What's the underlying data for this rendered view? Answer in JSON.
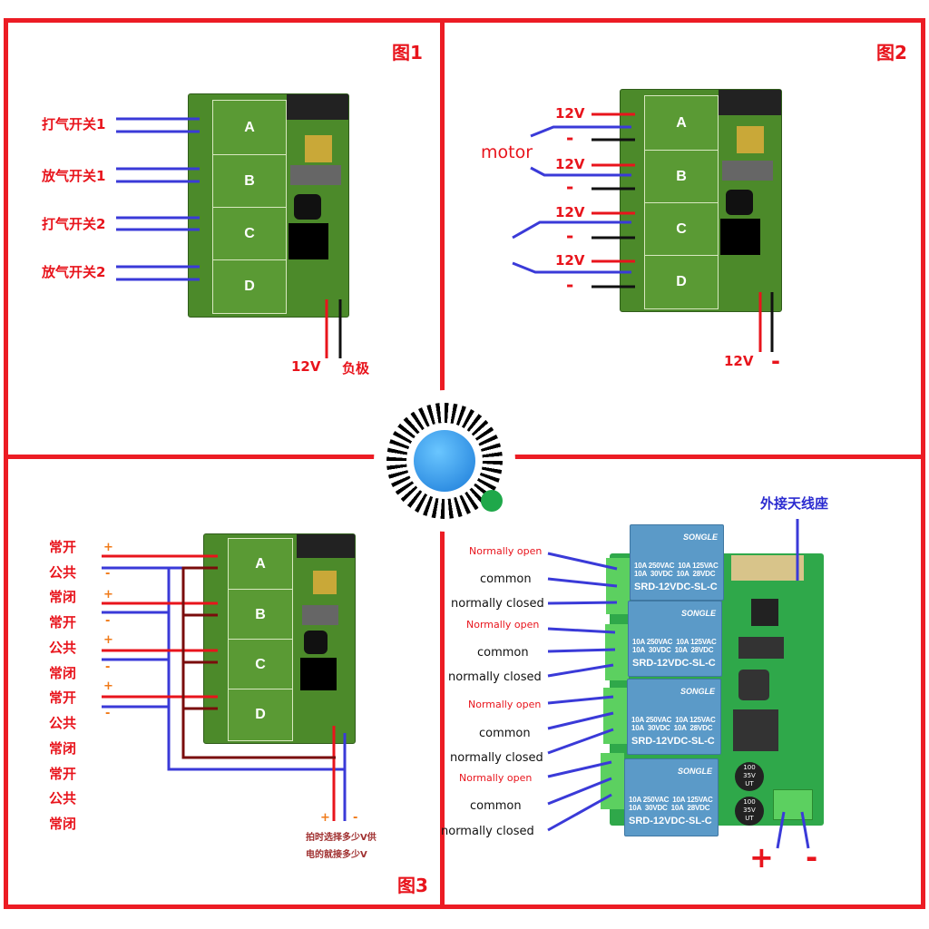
{
  "figures": {
    "fig1": "图1",
    "fig2": "图2",
    "fig3": "图3"
  },
  "panel1": {
    "switch_labels": [
      "打气开关1",
      "放气开关1",
      "打气开关2",
      "放气开关2"
    ],
    "relay_letters": [
      "A",
      "B",
      "C",
      "D"
    ],
    "power_positive": "12V",
    "power_negative": "负极"
  },
  "panel2": {
    "motor_label": "motor",
    "supply_labels": [
      "12V",
      "12V",
      "12V",
      "12V"
    ],
    "minus_labels": [
      "-",
      "-",
      "-",
      "-"
    ],
    "relay_letters": [
      "A",
      "B",
      "C",
      "D"
    ],
    "power_positive": "12V",
    "power_negative": "-"
  },
  "panel3": {
    "terminal_labels": [
      "常开",
      "公共",
      "常闭",
      "常开",
      "公共",
      "常闭",
      "常开",
      "公共",
      "常闭",
      "常开",
      "公共",
      "常闭"
    ],
    "polarity_marks": [
      "+",
      "-",
      "+",
      "-",
      "+",
      "-",
      "+",
      "-"
    ],
    "relay_letters": [
      "A",
      "B",
      "C",
      "D"
    ],
    "power_plus": "+",
    "power_minus": "-",
    "note_line1": "拍时选择多少V供",
    "note_line2": "电的就接多少V"
  },
  "panel4": {
    "antenna_label": "外接天线座",
    "terminals": [
      {
        "no": "Normally open",
        "com": "common",
        "nc": "normally closed"
      },
      {
        "no": "Normally open",
        "com": "common",
        "nc": "normally closed"
      },
      {
        "no": "Normally open",
        "com": "common",
        "nc": "normally closed"
      },
      {
        "no": "Normally open",
        "com": "common",
        "nc": "normally closed"
      }
    ],
    "relay_brand": "SONGLE",
    "relay_rating_1": "10A 250VAC  10A 125VAC",
    "relay_rating_2": "10A  30VDC  10A  28VDC",
    "relay_model": "SRD-12VDC-SL-C",
    "cap_label": "100 35V UT",
    "power_plus": "+",
    "power_minus": "-"
  },
  "colors": {
    "frame": "#ec1c24",
    "wire_blue": "#3a3ad8",
    "wire_red": "#e8141c",
    "wire_dark": "#7a0c0c",
    "pcb": "#4c8a2a"
  },
  "qr": {
    "icon": "mini-program-qr-code"
  }
}
